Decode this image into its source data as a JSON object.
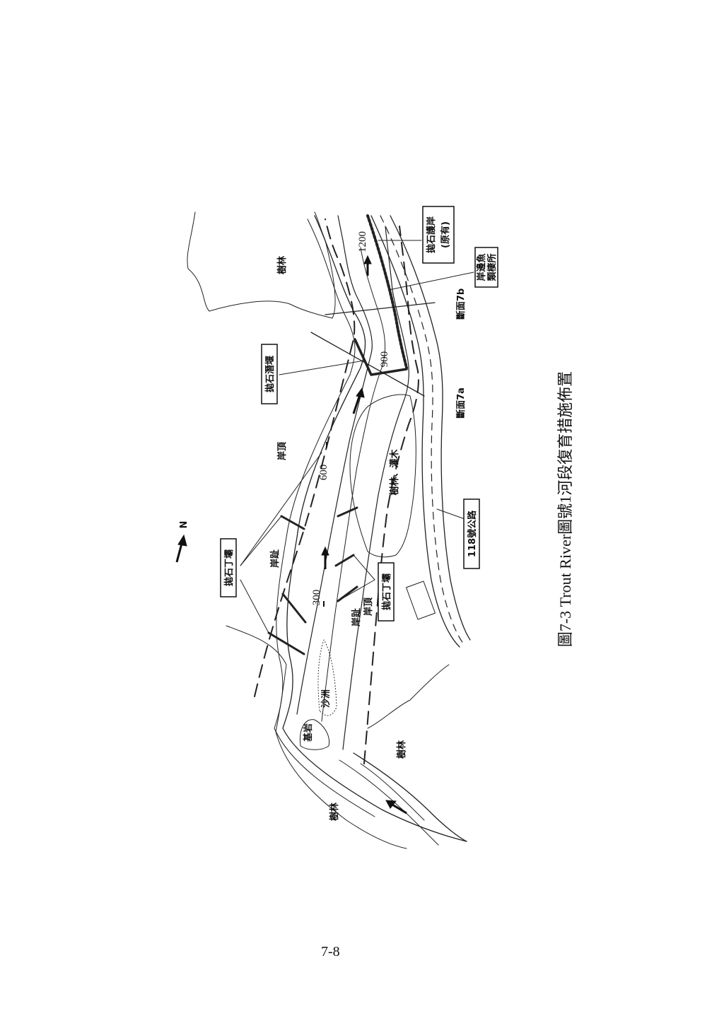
{
  "figure": {
    "caption": "圖7-3 Trout River圖號1河段復育措施佈置",
    "page_number": "7-8",
    "north_label": "N"
  },
  "labels": {
    "forest_top": "樹林",
    "forest_bottom_left": "樹林",
    "forest_bottom": "樹林",
    "forest_shrub": "樹林、灌木",
    "bank_top_upper": "岸頂",
    "bank_toe_upper": "岸趾",
    "bank_toe_lower": "岸趾",
    "bank_top_lower": "岸頂",
    "sandbar": "沙洲",
    "bedrock": "基岩",
    "section_7a": "斷面7a",
    "section_7b": "斷面7b"
  },
  "boxed_labels": {
    "groin_upper": "拋石丁壩",
    "groin_lower": "拋石丁壩",
    "riprap_weir": "拋石潛堰",
    "riprap_revetment_line1": "拋石護岸",
    "riprap_revetment_line2": "(原有)",
    "fish_habitat_line1": "岸邊魚",
    "fish_habitat_line2": "類棲所",
    "highway": "118號公路"
  },
  "stations": [
    "300",
    "600",
    "900",
    "1200"
  ]
}
